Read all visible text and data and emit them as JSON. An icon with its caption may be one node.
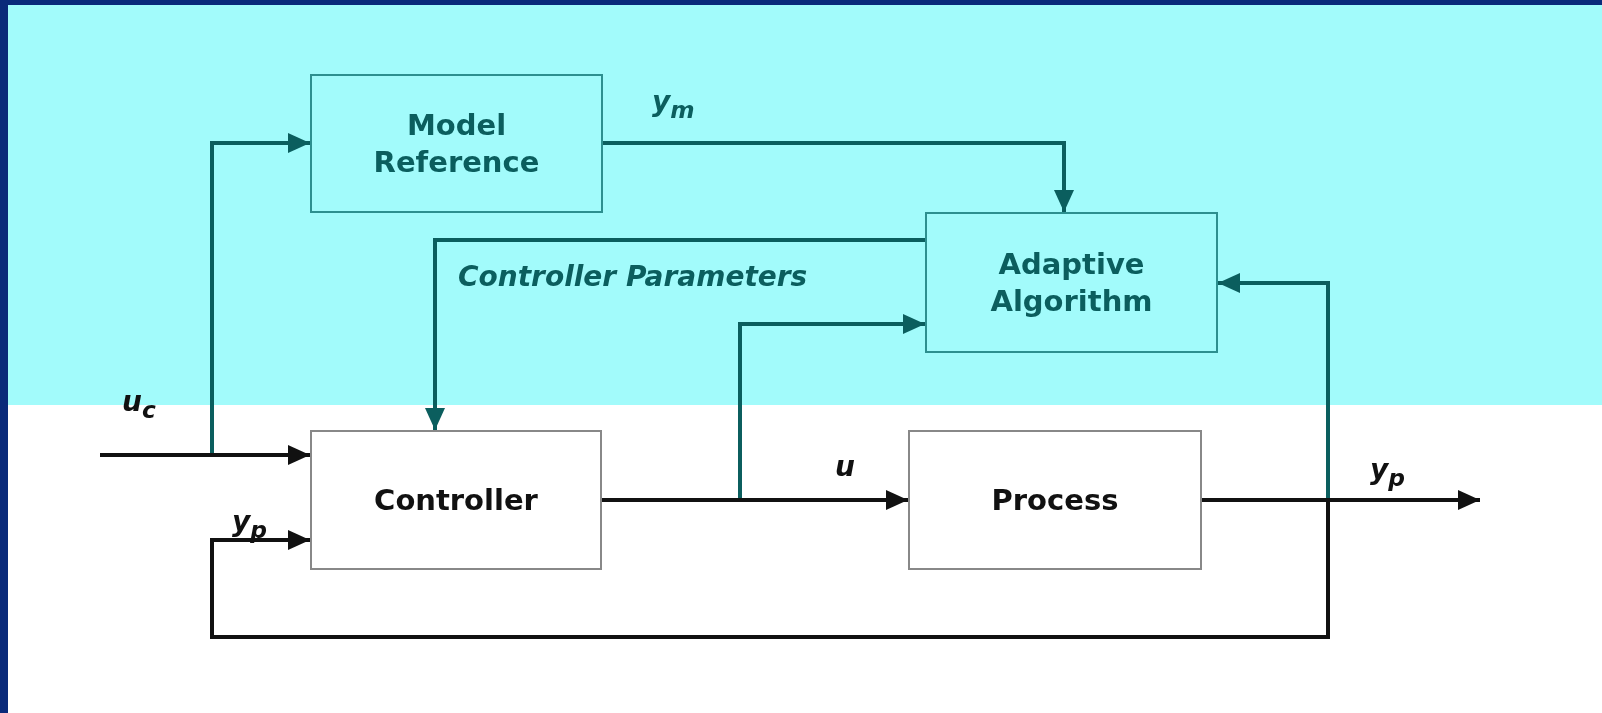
{
  "diagram": {
    "nodes": [
      {
        "text": [
          "Model Reference"
        ]
      },
      {
        "text": [
          "Adaptive Algorithm"
        ]
      },
      {
        "text": [
          "Controller"
        ]
      },
      {
        "text": [
          "Process"
        ]
      }
    ],
    "edges": [
      {
        "from": null,
        "to": 2,
        "arrow": "to",
        "label": "u$_{c}$"
      },
      {
        "from": null,
        "to": 0,
        "arrow": "to",
        "color": "#0b5e5e"
      },
      {
        "from": 0,
        "to": 1,
        "arrow": "to",
        "label": "y$_{m}$",
        "color": "#0b5e5e"
      },
      {
        "from": 1,
        "to": 2,
        "arrow": "to",
        "label": "Controller Parameters",
        "color": "#0b5e5e"
      },
      {
        "from": 2,
        "to": 3,
        "arrow": "to",
        "label": "u"
      },
      {
        "from": 2,
        "to": 1,
        "arrow": "to",
        "color": "#0b5e5e"
      },
      {
        "from": 3,
        "to": null,
        "arrow": "to",
        "label": "y$_{p}$"
      },
      {
        "from": 3,
        "to": 2,
        "arrow": "to",
        "label": "y$_{p}$"
      },
      {
        "from": 3,
        "to": 1,
        "arrow": "to",
        "color": "#0b5e5e"
      }
    ]
  }
}
